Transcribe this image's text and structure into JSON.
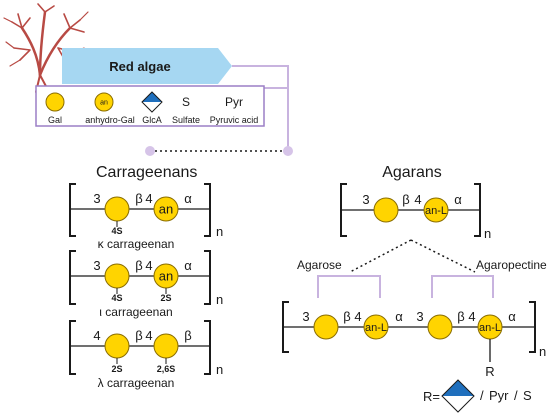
{
  "banner": {
    "label": "Red algae"
  },
  "legend": {
    "items": [
      {
        "symbol_type": "circle",
        "symbol_text": "",
        "label": "Gal"
      },
      {
        "symbol_type": "circle",
        "symbol_text": "an",
        "label": "anhydro-Gal"
      },
      {
        "symbol_type": "diamond",
        "symbol_text": "",
        "label": "GlcA"
      },
      {
        "symbol_type": "text",
        "symbol_text": "S",
        "label": "Sulfate"
      },
      {
        "symbol_type": "text",
        "symbol_text": "Pyr",
        "label": "Pyruvic acid"
      }
    ]
  },
  "carrageenans": {
    "title": "Carrageenans",
    "repeat_n": "n",
    "structures": [
      {
        "name": "κ carrageenan",
        "link1": "3",
        "anomer1": "β",
        "link2": "4",
        "anomer2": "α",
        "residue2": "an",
        "sub1": "4S",
        "sub2": ""
      },
      {
        "name": "ι carrageenan",
        "link1": "3",
        "anomer1": "β",
        "link2": "4",
        "anomer2": "α",
        "residue2": "an",
        "sub1": "4S",
        "sub2": "2S"
      },
      {
        "name": "λ carrageenan",
        "link1": "4",
        "anomer1": "β",
        "link2": "4",
        "anomer2": "β",
        "residue2": "",
        "sub1": "2S",
        "sub2": "2,6S"
      }
    ]
  },
  "agarans": {
    "title": "Agarans",
    "repeat_n": "n",
    "unit": {
      "link1": "3",
      "anomer1": "β",
      "link2": "4",
      "anomer2": "α",
      "residue2": "an-L"
    },
    "branches": [
      "Agarose",
      "Agaropectine"
    ],
    "extended": {
      "units": [
        {
          "link1": "3",
          "anomer1": "β",
          "link2": "4",
          "residue2": "an-L",
          "anomer2": "α"
        },
        {
          "link1": "3",
          "anomer1": "β",
          "link2": "4",
          "residue2": "an-L",
          "anomer2": "α"
        }
      ],
      "substituent": "R"
    },
    "r_definition": {
      "prefix": "R=",
      "separator": "/",
      "option2": "Pyr",
      "option3": "S"
    }
  },
  "colors": {
    "gal_fill": "#ffd400",
    "gal_stroke": "#a08000",
    "banner": "#a6d7f2",
    "connector": "#c8b3df",
    "diamond_top": "#1f6fbd",
    "legend_border": "#9b7fc6"
  }
}
